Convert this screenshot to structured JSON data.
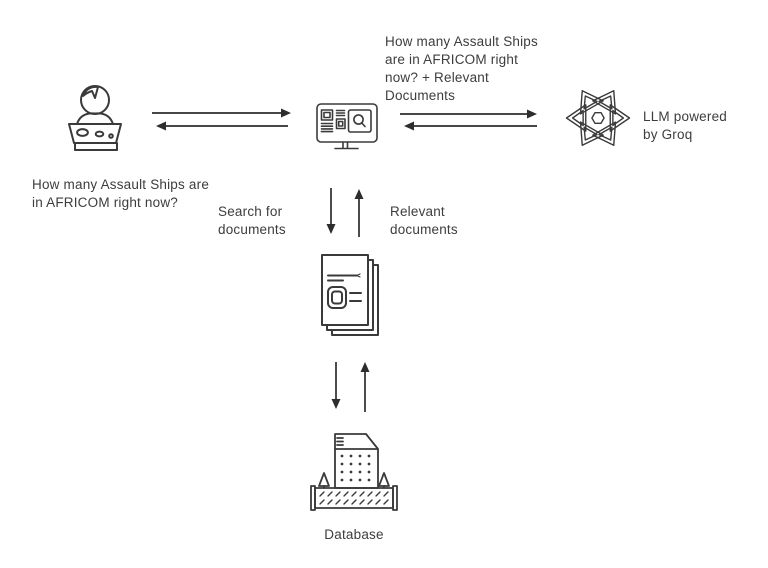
{
  "colors": {
    "background": "#ffffff",
    "icon_stroke": "#3a3a3a",
    "arrow": "#2d2d2d",
    "text": "#3d3d3d"
  },
  "nodes": {
    "user": {
      "icon": "person-at-desk-icon",
      "query": "How many Assault Ships are in AFRICOM right now?"
    },
    "app": {
      "icon": "monitor-search-icon"
    },
    "llm": {
      "icon": "groq-logo-icon",
      "prompt": "How many Assault Ships are in AFRICOM right now? + Relevant Documents",
      "caption": "LLM powered by Groq"
    },
    "documents": {
      "icon": "documents-stack-icon",
      "to_label": "Search for documents",
      "from_label": "Relevant documents"
    },
    "database": {
      "icon": "data-warehouse-icon",
      "caption": "Database"
    }
  }
}
